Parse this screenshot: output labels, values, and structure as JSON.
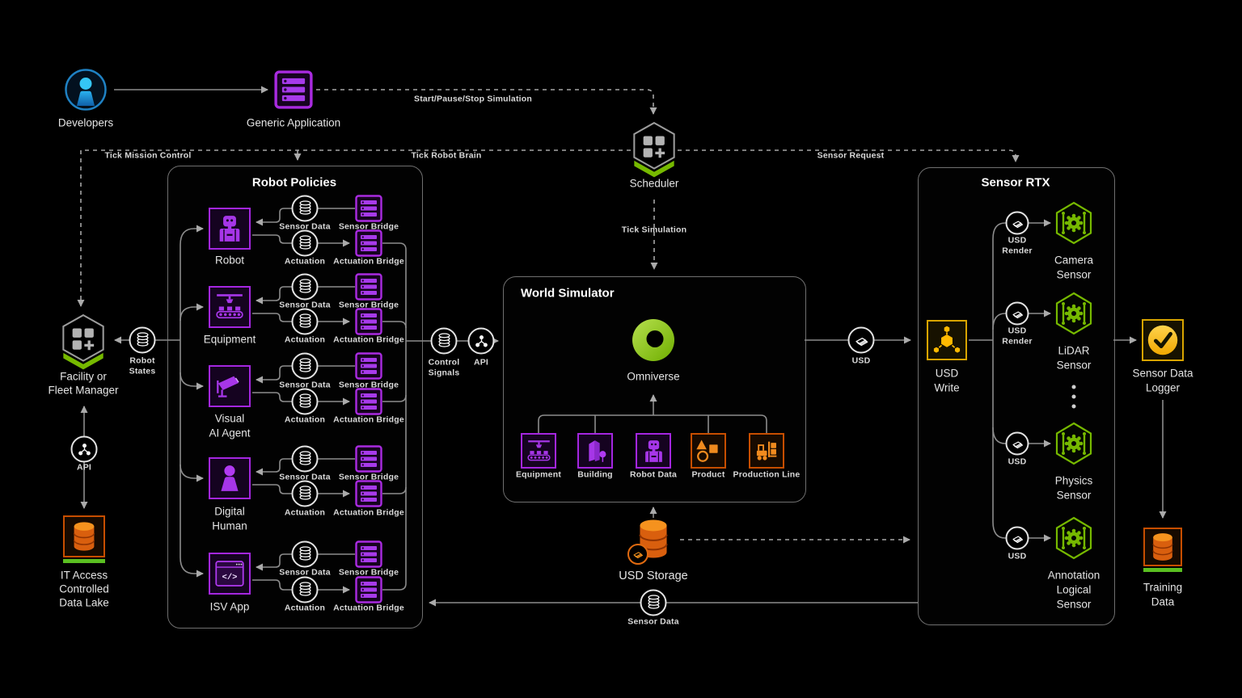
{
  "colors": {
    "nvidia_green": "#76b900",
    "purple": "#a636e8",
    "orange": "#f08a1e",
    "gold": "#ffc400",
    "blue": "#35c6f4",
    "line_gray": "#8c8c8c"
  },
  "top_flow": {
    "developers_label": "Developers",
    "generic_application_label": "Generic Application",
    "start_pause_stop": "Start/Pause/Stop Simulation",
    "scheduler_label": "Scheduler",
    "tick_mission_control": "Tick Mission Control",
    "tick_robot_brain": "Tick Robot Brain",
    "sensor_request": "Sensor Request",
    "tick_simulation": "Tick Simulation"
  },
  "left_column": {
    "facility_label": [
      "Facility or",
      "Fleet Manager"
    ],
    "robot_states_label": [
      "Robot",
      "States"
    ],
    "api_label": "API",
    "data_lake_label": [
      "IT Access",
      "Controlled",
      "Data Lake"
    ]
  },
  "robot_policies": {
    "title": "Robot Policies",
    "sensor_data_label": "Sensor Data",
    "actuation_label": "Actuation",
    "sensor_bridge_label": "Sensor Bridge",
    "actuation_bridge_label": "Actuation Bridge",
    "rows": [
      {
        "name": [
          "Robot"
        ]
      },
      {
        "name": [
          "Equipment"
        ]
      },
      {
        "name": [
          "Visual",
          "AI Agent"
        ]
      },
      {
        "name": [
          "Digital",
          "Human"
        ]
      },
      {
        "name": [
          "ISV App"
        ],
        "icon_code": "</>"
      }
    ],
    "control_signals_label": [
      "Control",
      "Signals"
    ],
    "api_label": "API"
  },
  "world_simulator": {
    "title": "World Simulator",
    "omniverse_label": "Omniverse",
    "assets": [
      "Equipment",
      "Building",
      "Robot Data",
      "Product",
      "Production Line"
    ]
  },
  "storage_flow": {
    "usd_label": "USD",
    "usd_storage_label": "USD Storage",
    "sensor_data_label": "Sensor Data"
  },
  "sensor_rtx": {
    "title": "Sensor RTX",
    "usd_write_label": [
      "USD",
      "Write"
    ],
    "sensors": [
      {
        "badge": [
          "USD",
          "Render"
        ],
        "name": [
          "Camera",
          "Sensor"
        ]
      },
      {
        "badge": [
          "USD",
          "Render"
        ],
        "name": [
          "LiDAR",
          "Sensor"
        ]
      },
      {
        "badge": [
          "USD"
        ],
        "name": [
          "Physics",
          "Sensor"
        ]
      },
      {
        "badge": [
          "USD"
        ],
        "name": [
          "Annotation",
          "Logical",
          "Sensor"
        ]
      }
    ]
  },
  "right_column": {
    "sensor_data_logger_label": [
      "Sensor Data",
      "Logger"
    ],
    "training_data_label": [
      "Training",
      "Data"
    ]
  }
}
